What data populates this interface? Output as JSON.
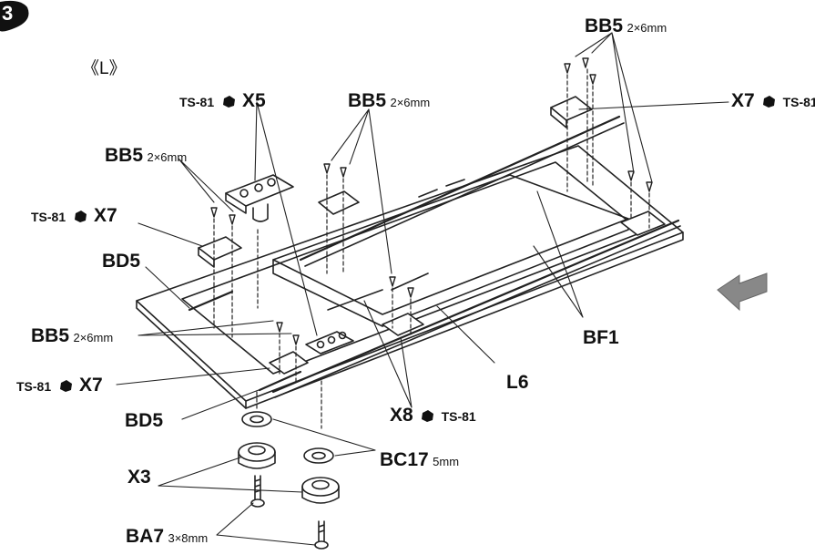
{
  "step_number": "3",
  "view_label": "《L》",
  "labels": {
    "bb5_top_right": {
      "part": "BB5",
      "size": "2×6mm"
    },
    "bb5_top_middle": {
      "part": "BB5",
      "size": "2×6mm"
    },
    "bb5_top_left": {
      "part": "BB5",
      "size": "2×6mm"
    },
    "bb5_lower_left": {
      "part": "BB5",
      "size": "2×6mm"
    },
    "x5": {
      "tool": "TS-81",
      "qty": "X5"
    },
    "x7_right": {
      "tool": "TS-81",
      "qty": "X7"
    },
    "x7_left_upper": {
      "tool": "TS-81",
      "qty": "X7"
    },
    "x7_left_lower": {
      "tool": "TS-81",
      "qty": "X7"
    },
    "x8": {
      "tool": "TS-81",
      "qty": "X8"
    },
    "bd5_upper": "BD5",
    "bd5_lower": "BD5",
    "bf1": "BF1",
    "l6": "L6",
    "x3": "X3",
    "bc17": {
      "part": "BC17",
      "size": "5mm"
    },
    "ba7": {
      "part": "BA7",
      "size": "3×8mm"
    }
  },
  "icons": [
    "hex-nut-icon",
    "direction-arrow-icon"
  ],
  "colors": {
    "line": "#222222",
    "fill": "#ffffff",
    "arrow": "#888888"
  }
}
